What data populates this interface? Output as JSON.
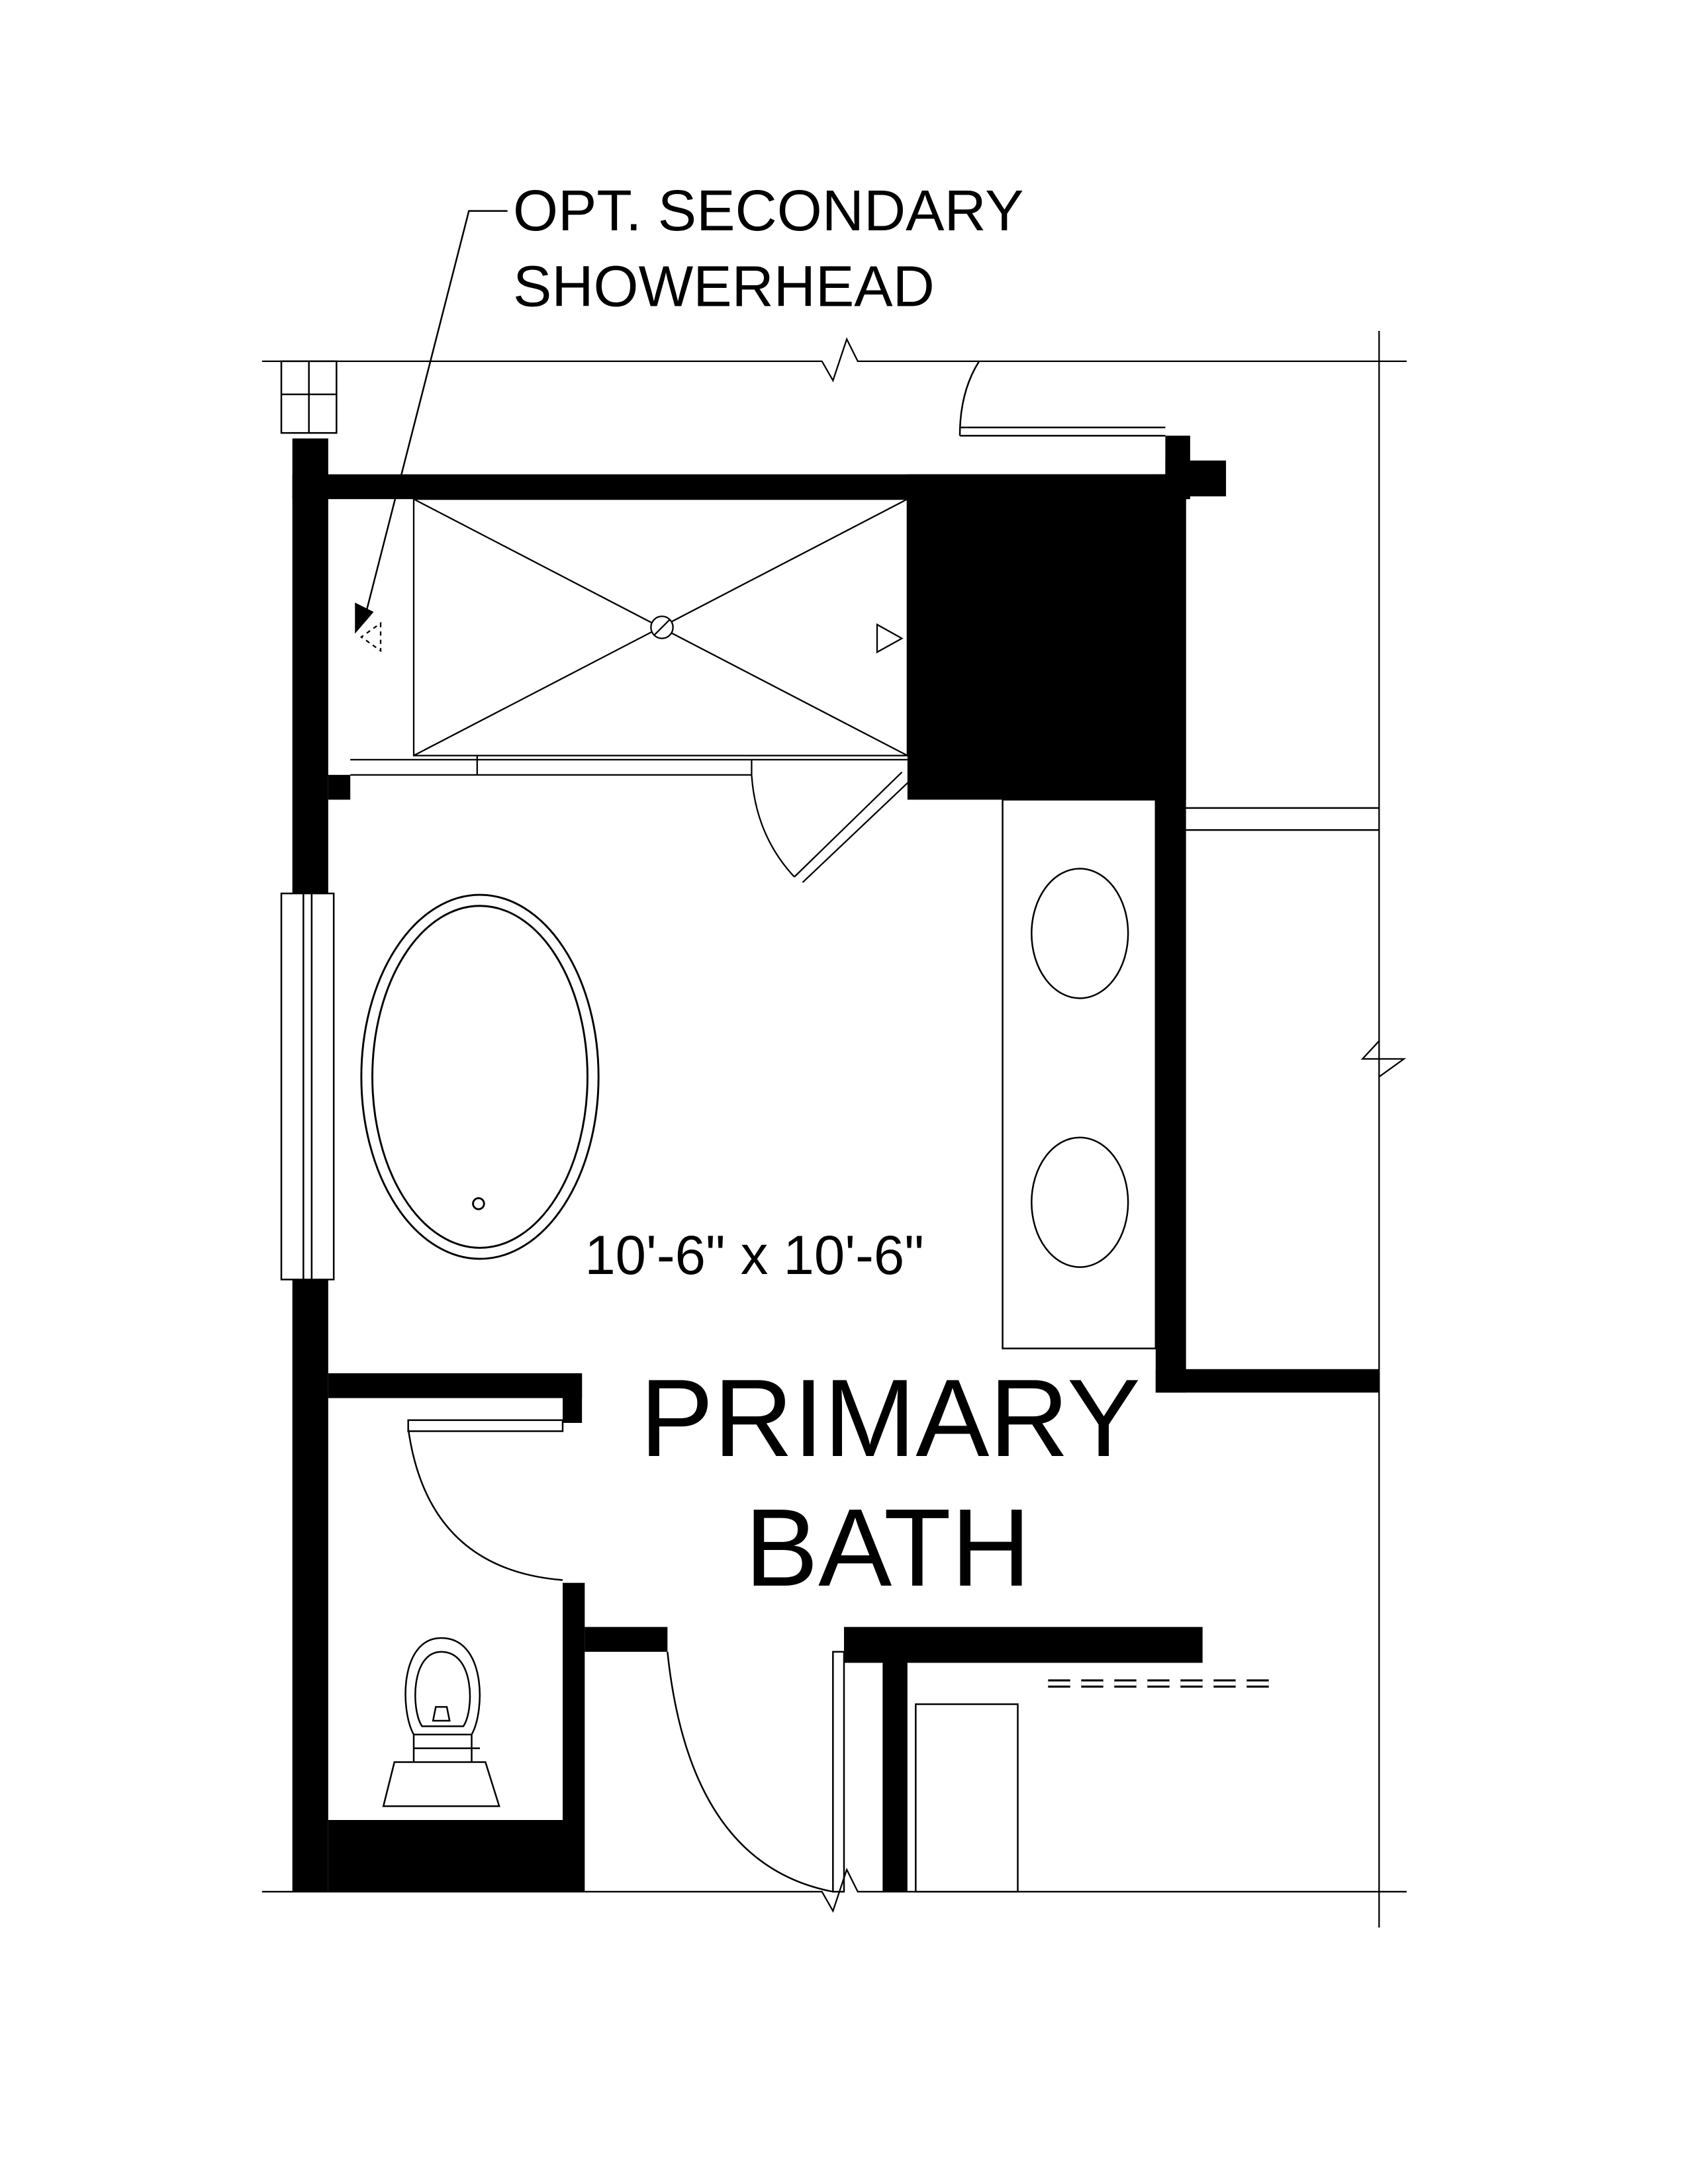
{
  "callout": {
    "line1": "OPT. SECONDARY",
    "line2": "SHOWERHEAD"
  },
  "room": {
    "dimensions": "10'-6\" x 10'-6\"",
    "name_line1": "PRIMARY",
    "name_line2": "BATH"
  },
  "colors": {
    "ink": "#000000",
    "paper": "#ffffff"
  }
}
